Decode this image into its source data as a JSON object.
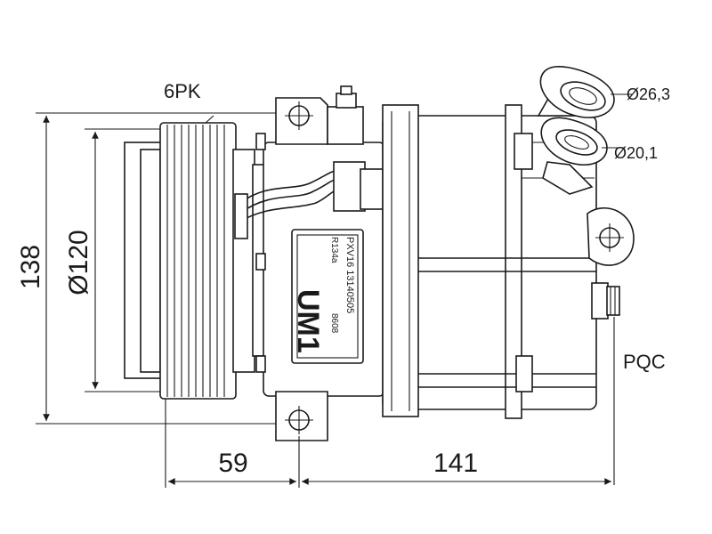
{
  "labels": {
    "belt": "6PK",
    "port_large": "Ø26,3",
    "port_small": "Ø20,1",
    "height": "138",
    "pulley_diameter": "Ø120",
    "pulley_depth": "59",
    "body_length": "141",
    "connector": "PQC"
  },
  "plate": {
    "line1": "PXV16  13140505",
    "line2": "R134a",
    "line3": "8608",
    "model": "UM1"
  },
  "colors": {
    "line": "#1a1a1a",
    "background": "#ffffff"
  }
}
